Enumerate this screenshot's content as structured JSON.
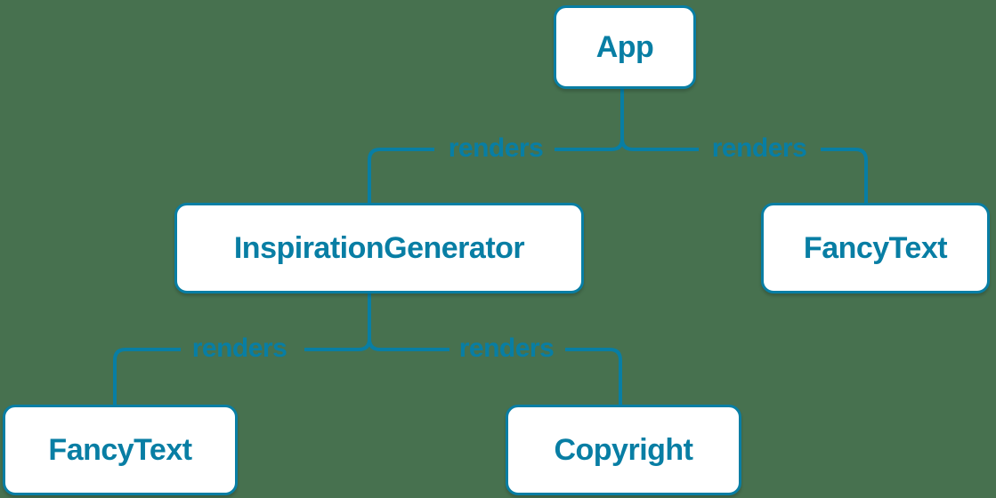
{
  "diagram": {
    "type": "component-render-tree",
    "edge_relation": "renders",
    "colors": {
      "accent": "#087ea4",
      "node_fill": "#ffffff",
      "background": "#47714f"
    },
    "nodes": [
      {
        "id": "app",
        "label": "App"
      },
      {
        "id": "inspiration-generator",
        "label": "InspirationGenerator"
      },
      {
        "id": "fancy-text-top",
        "label": "FancyText"
      },
      {
        "id": "fancy-text-bottom",
        "label": "FancyText"
      },
      {
        "id": "copyright",
        "label": "Copyright"
      }
    ],
    "edges": [
      {
        "from": "App",
        "to": "InspirationGenerator",
        "label": "renders"
      },
      {
        "from": "App",
        "to": "FancyText",
        "label": "renders"
      },
      {
        "from": "InspirationGenerator",
        "to": "FancyText",
        "label": "renders"
      },
      {
        "from": "InspirationGenerator",
        "to": "Copyright",
        "label": "renders"
      }
    ]
  }
}
